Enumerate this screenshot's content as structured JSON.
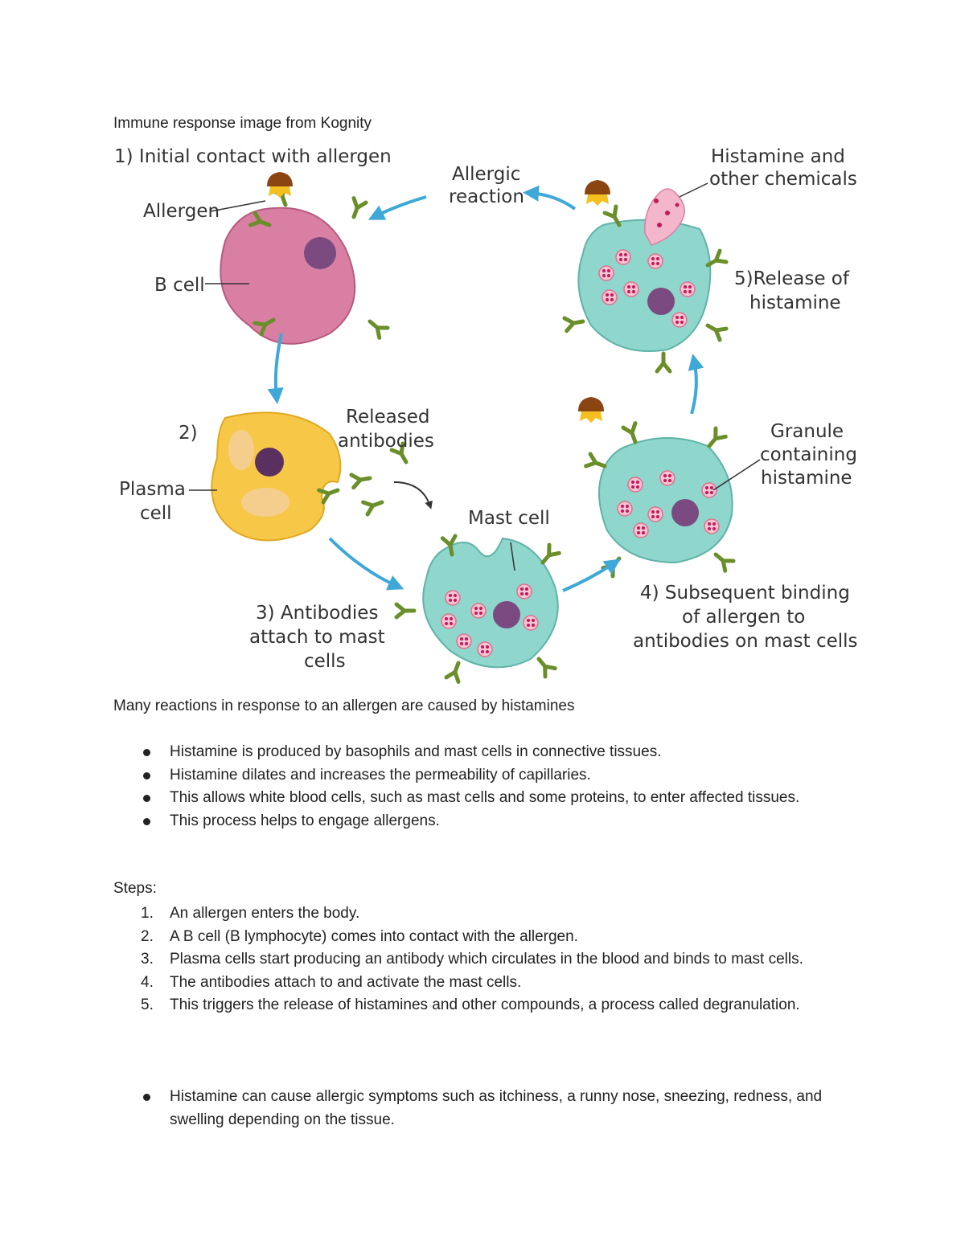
{
  "caption": "Immune response image from Kognity",
  "diagram": {
    "step1": "1) Initial contact with allergen",
    "allergen": "Allergen",
    "b_cell": "B cell",
    "allergic_1": "Allergic",
    "allergic_2": "reaction",
    "histamine_1": "Histamine and",
    "histamine_2": "other chemicals",
    "release_1": "5)Release of",
    "release_2": "histamine",
    "step2": "2)",
    "released_1": "Released",
    "released_2": "antibodies",
    "plasma_1": "Plasma",
    "plasma_2": "cell",
    "mast_cell": "Mast cell",
    "granule_1": "Granule",
    "granule_2": "containing",
    "granule_3": "histamine",
    "step3_1": "3) Antibodies",
    "step3_2": "attach to mast",
    "step3_3": "cells",
    "step4_1": "4) Subsequent binding",
    "step4_2": "of allergen to",
    "step4_3": "antibodies on mast cells",
    "colors": {
      "b_cell": "#d97fa3",
      "plasma_cell": "#f7c847",
      "mast_cell": "#8fd6cc",
      "antibody": "#6a8f2a",
      "arrow": "#3ea8d8",
      "nucleus": "#7a4a80",
      "granule": "#e98aa8"
    }
  },
  "intro": "Many reactions in response to an allergen are caused by histamines",
  "bullets": [
    "Histamine is produced by basophils and mast cells in connective tissues.",
    "Histamine dilates and increases the permeability of capillaries.",
    "This allows white blood cells, such as mast cells and some proteins, to enter affected tissues.",
    "This process helps to engage allergens."
  ],
  "steps_title": "Steps:",
  "steps": [
    "An allergen enters the body.",
    "A B cell (B lymphocyte) comes into contact with the allergen.",
    "Plasma cells start producing an antibody which circulates in the blood and binds to mast cells.",
    "The antibodies attach to and activate the mast cells.",
    "This triggers the release of histamines and other compounds, a process called degranulation."
  ],
  "step_numbers": [
    "1.",
    "2.",
    "3.",
    "4.",
    "5."
  ],
  "final_bullet": "Histamine can cause allergic symptoms such as itchiness, a runny nose, sneezing, redness, and swelling depending on the tissue."
}
